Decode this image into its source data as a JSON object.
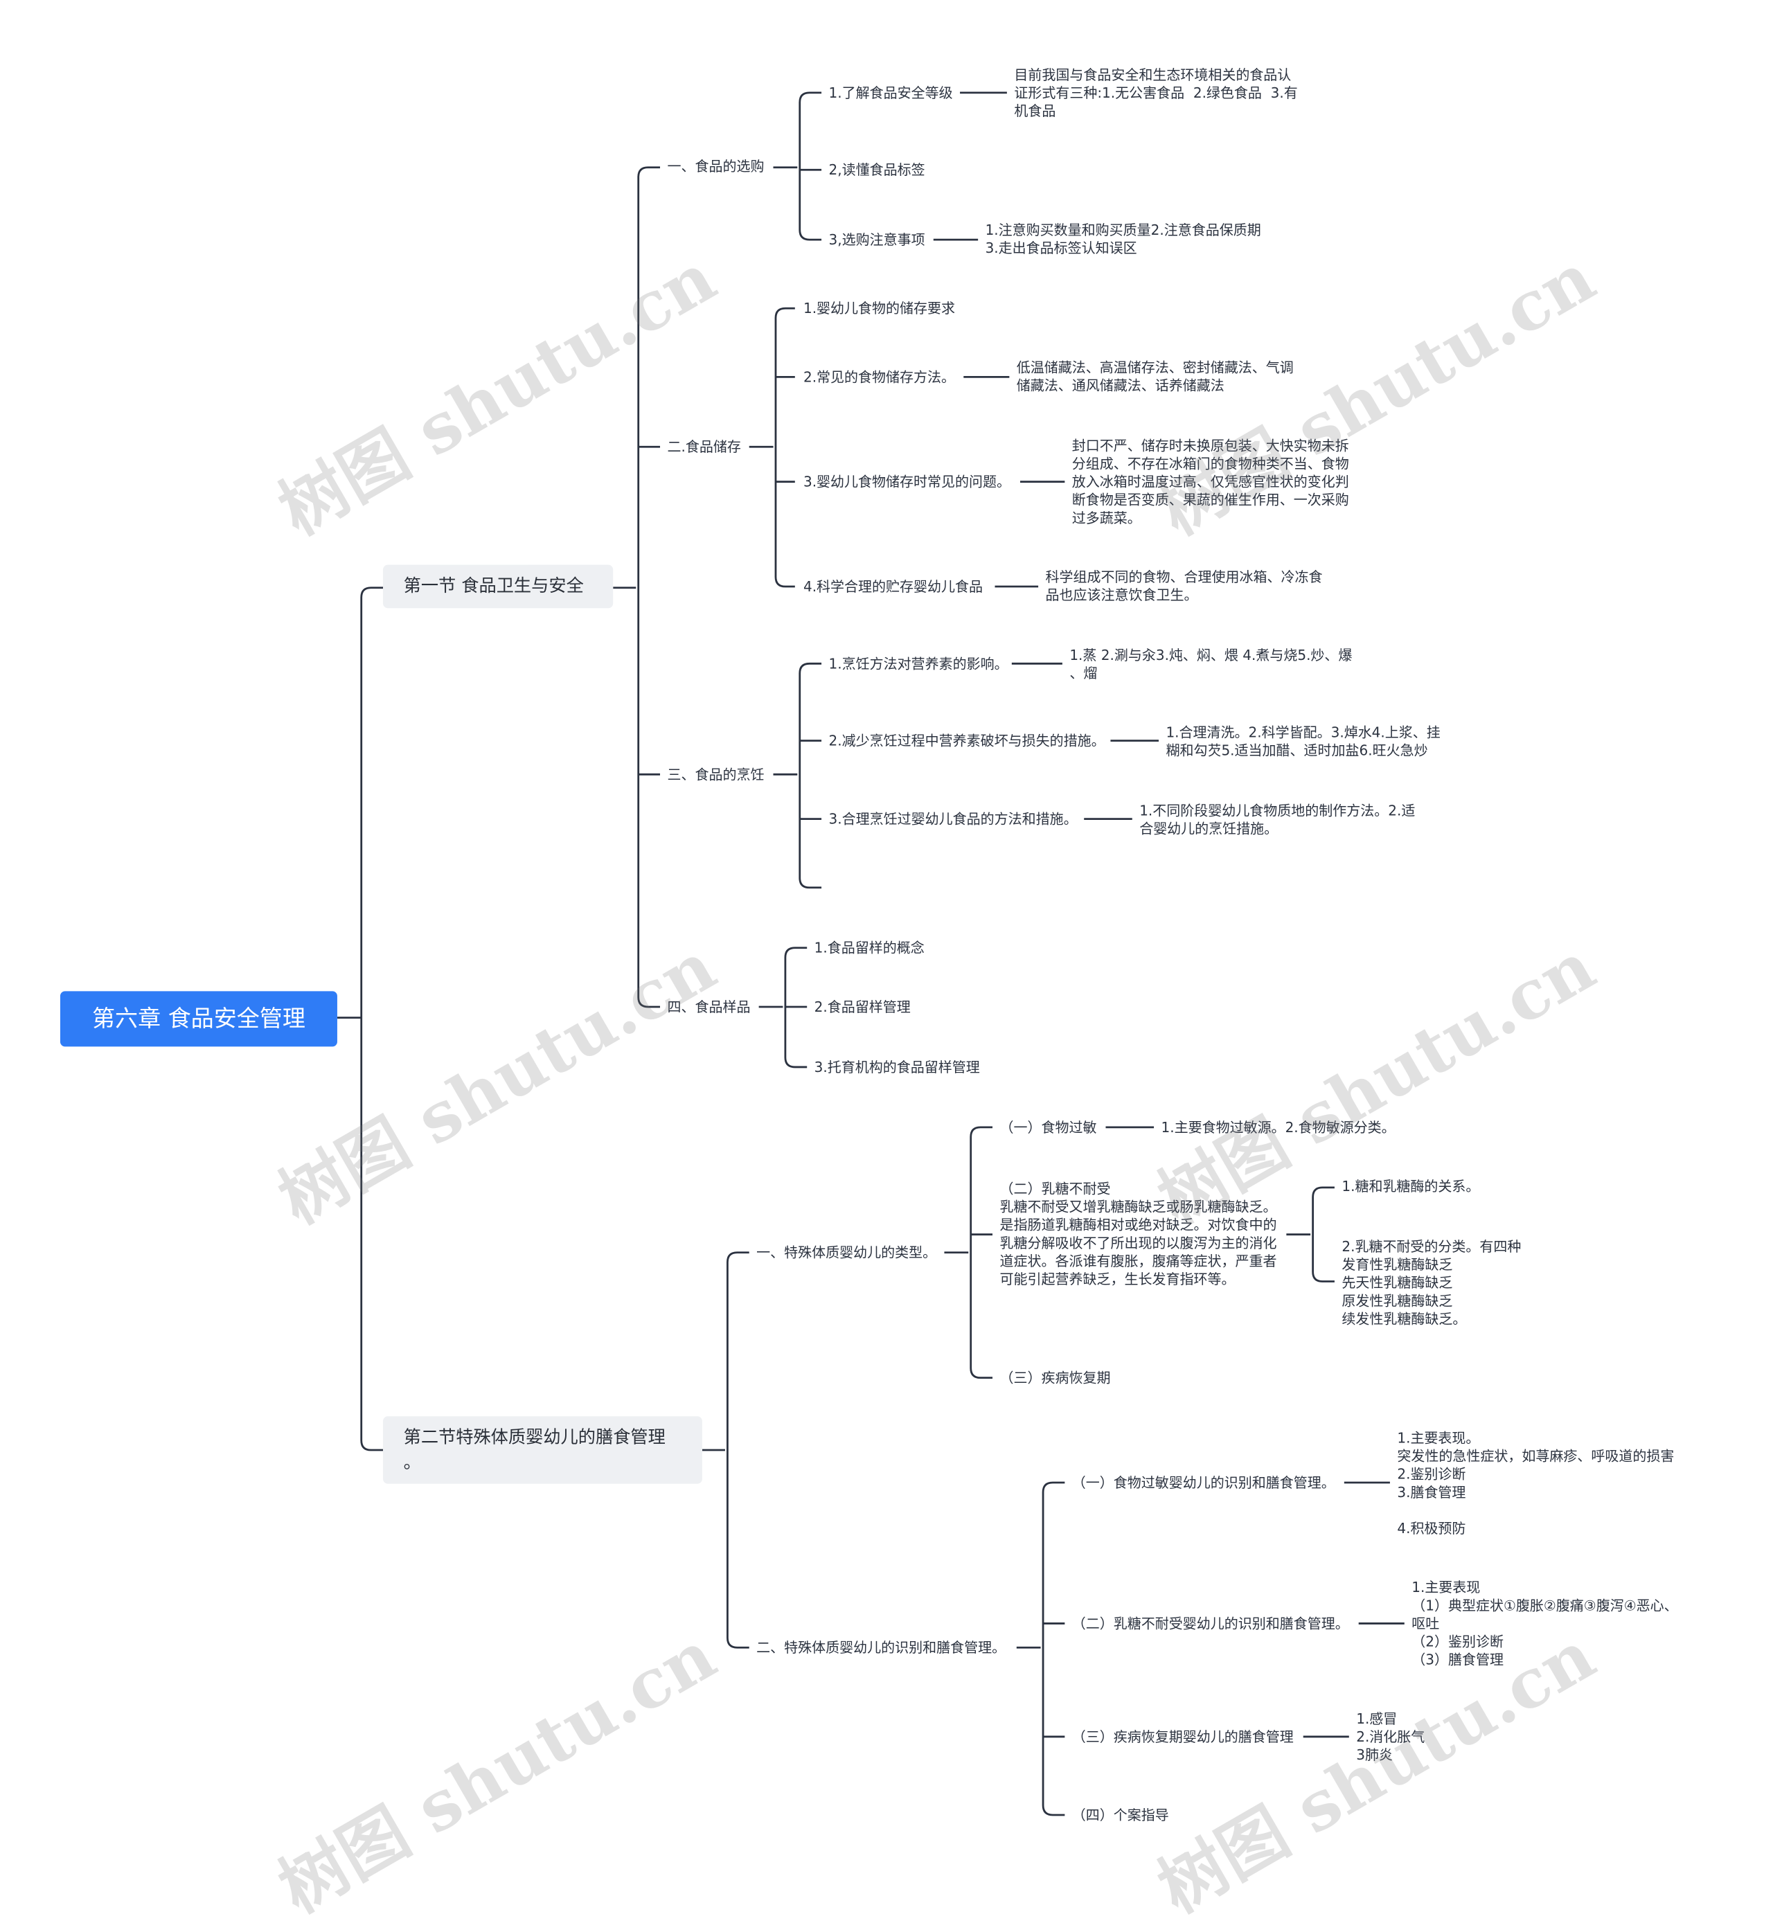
{
  "root": "第六章  食品安全管理",
  "sections": {
    "s1": "第一节  食品卫生与安全",
    "s2_line1": "第二节特殊体质婴幼儿的膳食管理",
    "s2_line2": "。"
  },
  "s1": {
    "a": {
      "label": "一、食品的选购",
      "items": [
        "1.了解食品安全等级",
        "2,读懂食品标签",
        "3,选购注意事项"
      ],
      "detail1": [
        "目前我国与食品安全和生态环境相关的食品认",
        "证形式有三种:1.无公害食品  2.绿色食品  3.有",
        "机食品"
      ],
      "detail3": [
        "1.注意购买数量和购买质量2.注意食品保质期",
        "3.走出食品标签认知误区"
      ]
    },
    "b": {
      "label": "二.食品储存",
      "items": [
        "1.婴幼儿食物的储存要求",
        "2.常见的食物储存方法。",
        "3.婴幼儿食物储存时常见的问题。",
        "4.科学合理的贮存婴幼儿食品"
      ],
      "detail2": [
        "低温储藏法、高温储存法、密封储藏法、气调",
        "储藏法、通风储藏法、话养储藏法"
      ],
      "detail3": [
        "封口不严、储存时未换原包装、大快实物未拆",
        "分组成、不存在冰箱门的食物种类不当、食物",
        "放入冰箱时温度过高、仅凭感官性状的变化判",
        "断食物是否变质、果蔬的催生作用、一次采购",
        "过多蔬菜。"
      ],
      "detail4": [
        "科学组成不同的食物、合理使用冰箱、冷冻食",
        "品也应该注意饮食卫生。"
      ]
    },
    "c": {
      "label": "三、食品的烹饪",
      "items": [
        "1.烹饪方法对营养素的影响。",
        "2.减少烹饪过程中营养素破坏与损失的措施。",
        "3.合理烹饪过婴幼儿食品的方法和措施。"
      ],
      "detail1": [
        "1.蒸 2.涮与汆3.炖、焖、煨 4.煮与烧5.炒、爆",
        "、熘"
      ],
      "detail2": [
        "1.合理清洗。2.科学皆配。3.焯水4.上浆、挂",
        "糊和勾芡5.适当加醋、适时加盐6.旺火急炒"
      ],
      "detail3": [
        "1.不同阶段婴幼儿食物质地的制作方法。2.适",
        "合婴幼儿的烹饪措施。"
      ]
    },
    "d": {
      "label": "四、食品样品",
      "items": [
        "1.食品留样的概念",
        "2.食品留样管理",
        "3.托育机构的食品留样管理"
      ]
    }
  },
  "s2": {
    "a": {
      "label": "一、特殊体质婴幼儿的类型。",
      "allergy": "（一）食物过敏",
      "allergy_detail": "1.主要食物过敏源。2.食物敏源分类。",
      "lactose": [
        "（二）乳糖不耐受",
        "乳糖不耐受又增乳糖酶缺乏或肠乳糖酶缺乏。",
        "是指肠道乳糖酶相对或绝对缺乏。对饮食中的",
        "乳糖分解吸收不了所出现的以腹泻为主的消化",
        "道症状。各派谁有腹胀，腹痛等症状，严重者",
        "可能引起营养缺乏，生长发育指环等。"
      ],
      "lactose_sub1": "1.糖和乳糖酶的关系。",
      "lactose_sub2": [
        "2.乳糖不耐受的分类。有四种",
        "发育性乳糖酶缺乏",
        "先天性乳糖酶缺乏",
        "原发性乳糖酶缺乏",
        "续发性乳糖酶缺乏。"
      ],
      "recovery": "（三）疾病恢复期"
    },
    "b": {
      "label": "二、特殊体质婴幼儿的识别和膳食管理。",
      "items": [
        "（一）食物过敏婴幼儿的识别和膳食管理。",
        "（二）乳糖不耐受婴幼儿的识别和膳食管理。",
        "（三）疾病恢复期婴幼儿的膳食管理",
        "（四）个案指导"
      ],
      "detail1": [
        "1.主要表现。",
        "突发性的急性症状，如荨麻疹、呼吸道的损害",
        "2.鉴别诊断",
        "3.膳食管理",
        "",
        "4.积极预防"
      ],
      "detail2": [
        "1.主要表现",
        "（1）典型症状①腹胀②腹痛③腹泻④恶心、",
        "呕吐",
        "（2）鉴别诊断",
        "（3）膳食管理"
      ],
      "detail3": [
        "1.感冒",
        "2.消化胀气",
        "3肺炎"
      ]
    }
  },
  "watermark": "树图 shutu.cn",
  "colors": {
    "root_bg": "#2f7cf6",
    "line": "#2b3240",
    "section_bg": "#eef0f3"
  }
}
